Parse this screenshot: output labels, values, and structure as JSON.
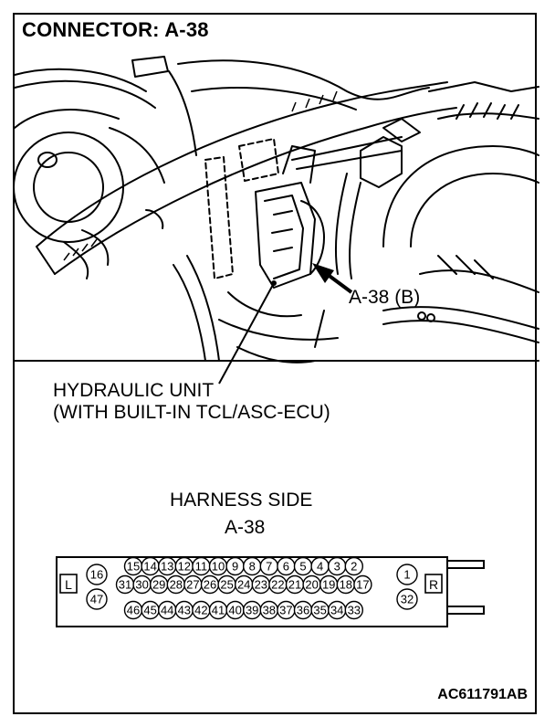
{
  "title": "CONNECTOR: A-38",
  "callout_connector": "A-38 (B)",
  "unit_label_line1": "HYDRAULIC UNIT",
  "unit_label_line2": "(WITH BUILT-IN TCL/ASC-ECU)",
  "harness_side": "HARNESS SIDE",
  "connector_name": "A-38",
  "side_left": "L",
  "side_right": "R",
  "pins_top": [
    "15",
    "14",
    "13",
    "12",
    "11",
    "10",
    "9",
    "8",
    "7",
    "6",
    "5",
    "4",
    "3",
    "2"
  ],
  "pins_mid": [
    "31",
    "30",
    "29",
    "28",
    "27",
    "26",
    "25",
    "24",
    "23",
    "22",
    "21",
    "20",
    "19",
    "18",
    "17"
  ],
  "pins_bottom": [
    "46",
    "45",
    "44",
    "43",
    "42",
    "41",
    "40",
    "39",
    "38",
    "37",
    "36",
    "35",
    "34",
    "33"
  ],
  "pin_left_top": "16",
  "pin_left_bottom": "47",
  "pin_right_top": "1",
  "pin_right_bottom": "32",
  "figure_code": "AC611791AB"
}
